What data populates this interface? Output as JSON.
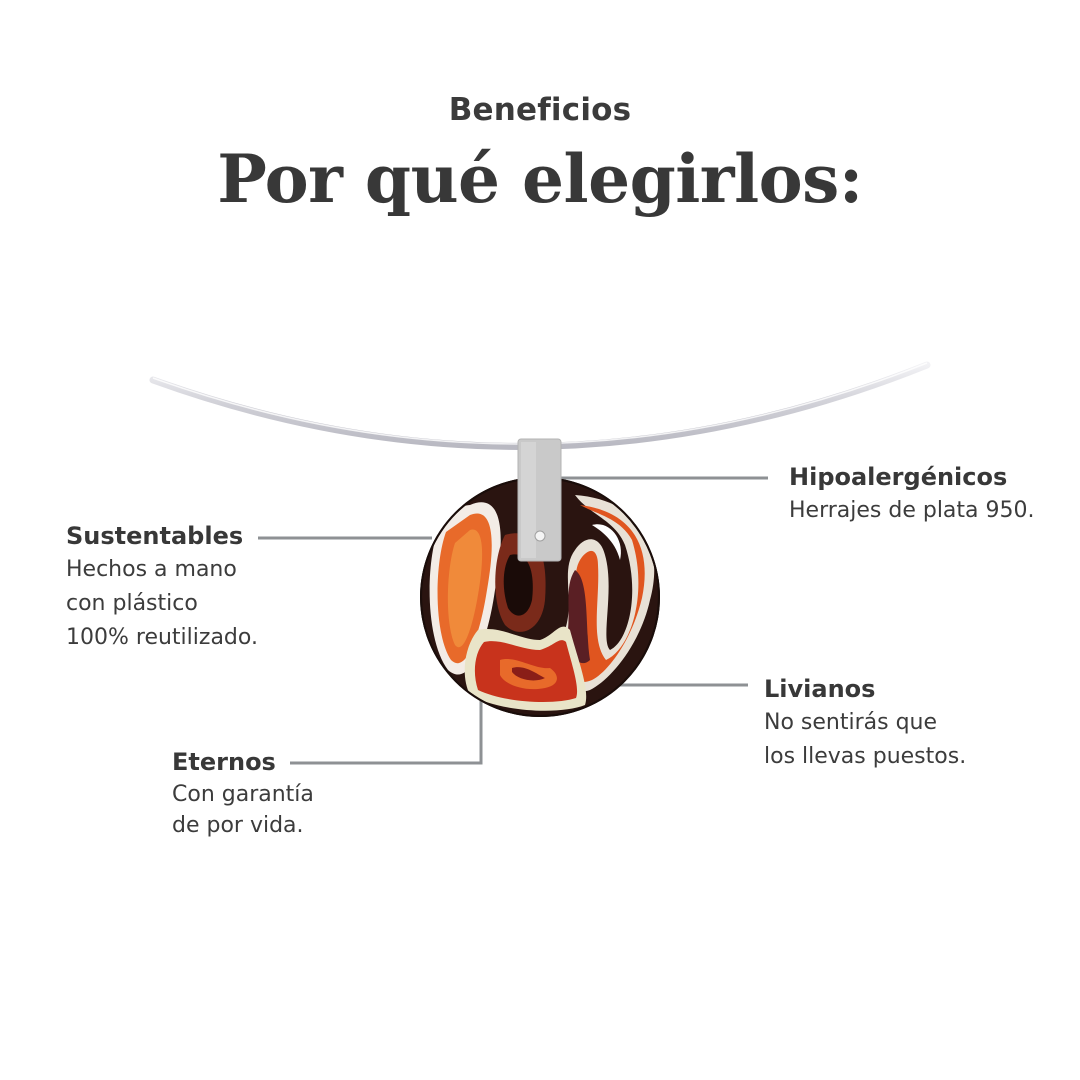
{
  "header": {
    "eyebrow": "Beneficios",
    "title": "Por qué elegirlos:"
  },
  "product": {
    "name": "pendant-necklace",
    "colors": {
      "wire": "#d9d9de",
      "bail": "#c8c8c8",
      "orange": "#e0551f",
      "dark": "#2a1410",
      "cream": "#e9e4c8",
      "maroon": "#5a1f24"
    }
  },
  "callouts": {
    "sustentables": {
      "title": "Sustentables",
      "lines": [
        "Hechos a mano",
        "con plástico",
        "100% reutilizado."
      ]
    },
    "hipoalergenicos": {
      "title": "Hipoalergénicos",
      "lines": [
        "Herrajes de plata 950."
      ]
    },
    "livianos": {
      "title": "Livianos",
      "lines": [
        "No sentirás que",
        "los llevas puestos."
      ]
    },
    "eternos": {
      "title": "Eternos",
      "lines": [
        "Con garantía",
        "de por vida."
      ]
    }
  },
  "style": {
    "leader_line_color": "#8e9194",
    "text_color": "#3a3a3a"
  }
}
